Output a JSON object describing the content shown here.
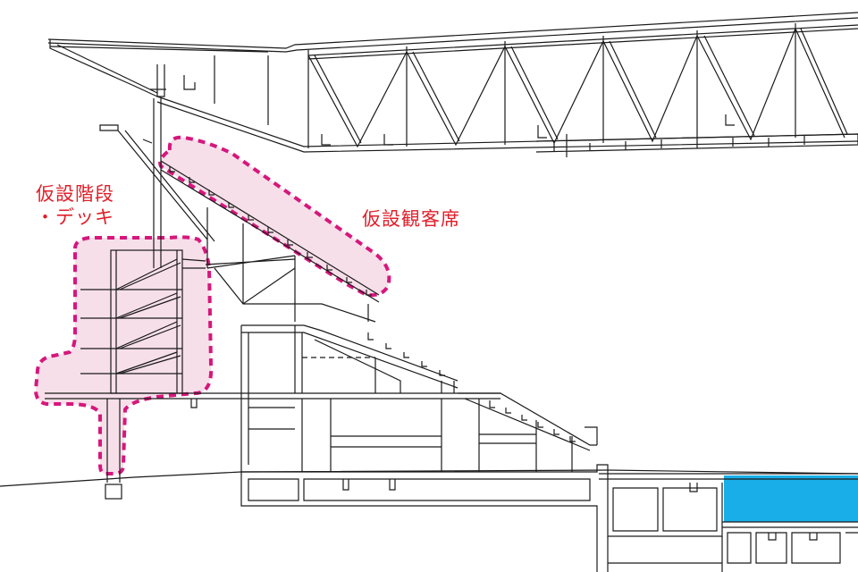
{
  "labels": {
    "temporary_stairs_deck": [
      "仮設階段",
      "・デッキ"
    ],
    "temporary_seating": "仮設観客席"
  },
  "colors": {
    "line": "#1a1a1a",
    "highlight_stroke": "#d6177c",
    "highlight_fill": "#f7dfe9",
    "label": "#e01f2a",
    "pool_water": "#1aaee8"
  }
}
